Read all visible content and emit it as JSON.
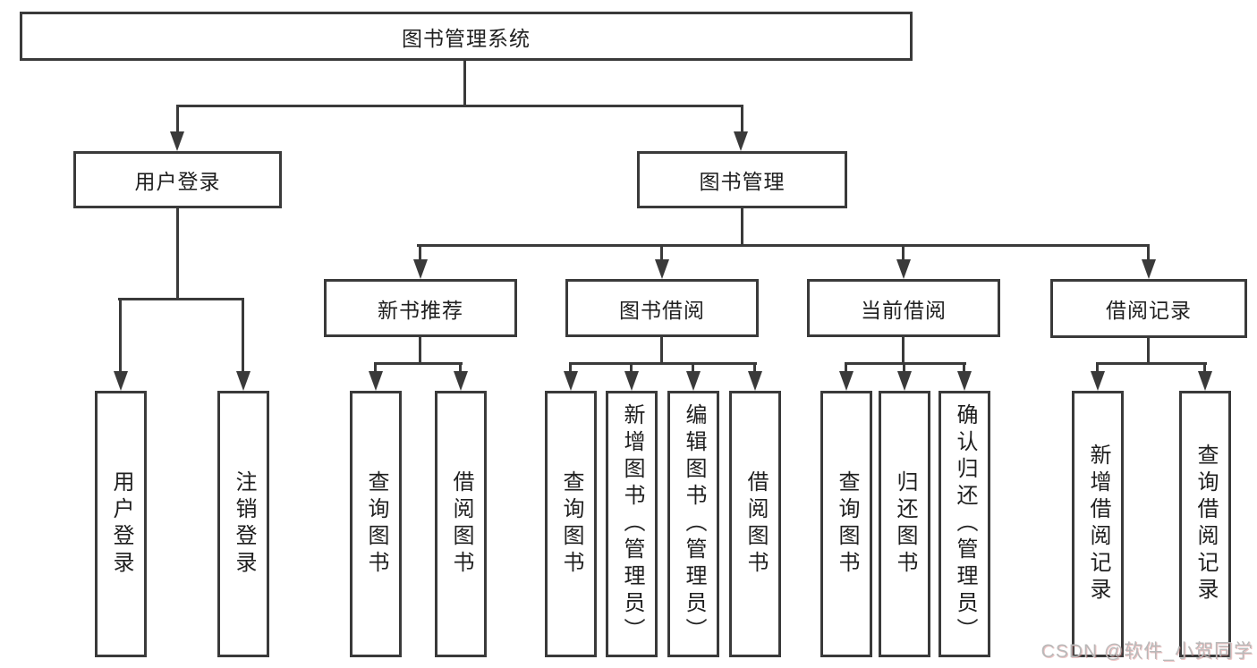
{
  "diagram_title": "图书管理系统",
  "tree": {
    "root": {
      "label": "图书管理系统",
      "children": [
        {
          "label": "用户登录",
          "children": [
            {
              "label": "用户登录"
            },
            {
              "label": "注销登录"
            }
          ]
        },
        {
          "label": "图书管理",
          "children": [
            {
              "label": "新书推荐",
              "children": [
                {
                  "label": "查询图书"
                },
                {
                  "label": "借阅图书"
                }
              ]
            },
            {
              "label": "图书借阅",
              "children": [
                {
                  "label": "查询图书"
                },
                {
                  "label": "新增图书（管理员）"
                },
                {
                  "label": "编辑图书（管理员）"
                },
                {
                  "label": "借阅图书"
                }
              ]
            },
            {
              "label": "当前借阅",
              "children": [
                {
                  "label": "查询图书"
                },
                {
                  "label": "归还图书"
                },
                {
                  "label": "确认归还（管理员）"
                }
              ]
            },
            {
              "label": "借阅记录",
              "children": [
                {
                  "label": "新增借阅记录"
                },
                {
                  "label": "查询借阅记录"
                }
              ]
            }
          ]
        }
      ]
    }
  },
  "watermark": {
    "text": "CSDN @软件_小贺同学"
  },
  "colors": {
    "line": "#3a3a3a",
    "text": "#1f1f1f",
    "background": "#ffffff",
    "watermark": "#b9b9b9",
    "watermark_shadow": "#d67d7d"
  }
}
